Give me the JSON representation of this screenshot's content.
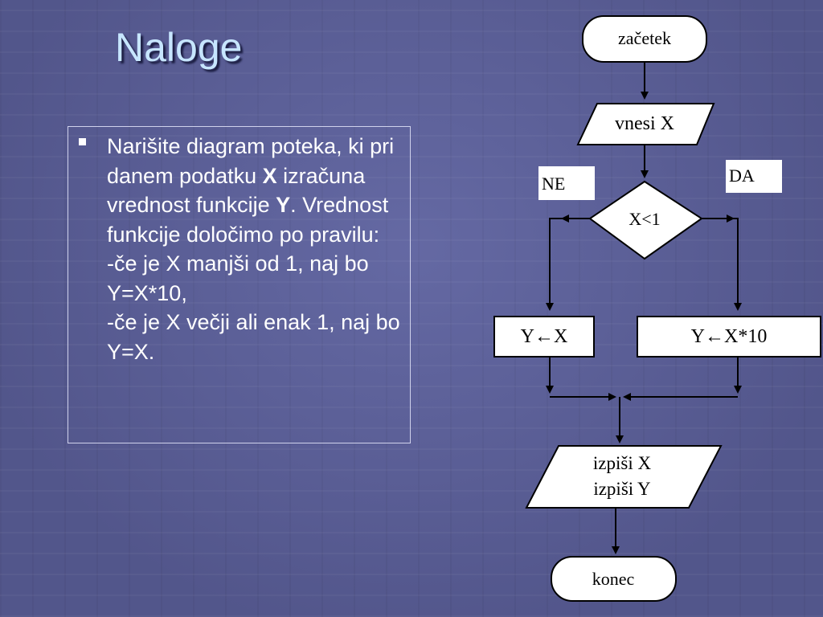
{
  "slide": {
    "title": "Naloge"
  },
  "task": {
    "part1": "Narišite diagram poteka, ki pri danem podatku ",
    "var_x": "X",
    "part2": " izračuna vrednost funkcije ",
    "var_y": "Y",
    "part3": ". Vrednost funkcije določimo po pravilu:",
    "rule1": "-če je X manjši od 1, naj bo Y=X*10,",
    "rule2": "-če je X večji ali enak 1, naj bo Y=X."
  },
  "flowchart": {
    "start": "začetek",
    "input": "vnesi X",
    "condition": "X<1",
    "label_no": "NE",
    "label_yes": "DA",
    "assign_no": "Y←X",
    "assign_yes": "Y←X*10",
    "output_1": "izpiši X",
    "output_2": "izpiši Y",
    "end": "konec"
  }
}
